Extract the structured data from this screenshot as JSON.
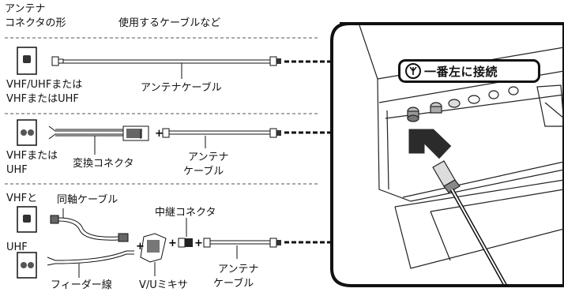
{
  "header": {
    "connector_shape_line1": "アンテナ",
    "connector_shape_line2": "コネクタの形",
    "cable_used": "使用するケーブルなど"
  },
  "rows": {
    "row1": {
      "label_line1": "VHF/UHFまたは",
      "label_line2": "VHFまたはUHF",
      "cable_label": "アンテナケーブル"
    },
    "row2": {
      "label_line1": "VHFまたは",
      "label_line2": "UHF",
      "converter_label": "変換コネクタ",
      "cable_label_line1": "アンテナ",
      "cable_label_line2": "ケーブル"
    },
    "row3": {
      "vhf_label": "VHFと",
      "coax_label": "同軸ケーブル",
      "relay_label": "中継コネクタ",
      "uhf_label": "UHF",
      "feeder_label": "フィーダー線",
      "mixer_label": "V/Uミキサ",
      "cable_label_line1": "アンテナ",
      "cable_label_line2": "ケーブル"
    }
  },
  "callout": {
    "text": "一番左に接続",
    "icon": "antenna-icon"
  },
  "symbols": {
    "plus": "+"
  },
  "colors": {
    "line": "#111111",
    "arrow": "#2b2b2b"
  }
}
